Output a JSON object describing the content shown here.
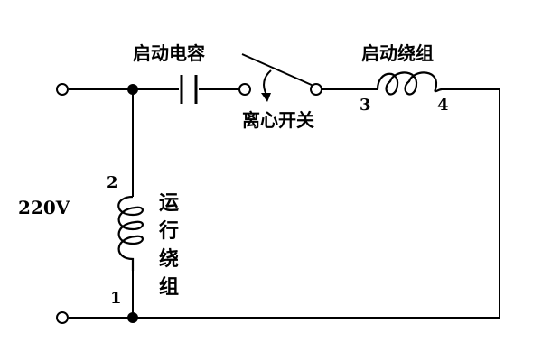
{
  "labels": {
    "start_capacitor": "启动电容",
    "centrifugal_switch": "离心开关",
    "start_winding": "启动绕组",
    "run_winding_chars": [
      "运",
      "行",
      "绕",
      "组"
    ],
    "voltage": "220V",
    "terminal_1": "1",
    "terminal_2": "2",
    "terminal_3": "3",
    "terminal_4": "4"
  },
  "colors": {
    "line": "#000000",
    "background": "#ffffff"
  }
}
